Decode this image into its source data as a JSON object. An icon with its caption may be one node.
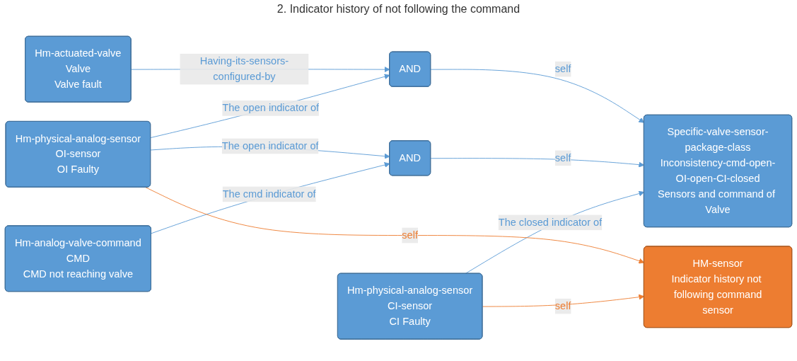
{
  "diagram": {
    "title": "2. Indicator history of not following the command",
    "nodes": [
      {
        "text": [
          "Hm-physical-analog-sensor",
          "CI-sensor",
          "CI Faulty"
        ]
      },
      {
        "text": [
          "Hm-analog-valve-command",
          "CMD",
          "CMD not reaching valve"
        ]
      },
      {
        "text": [
          "Hm-physical-analog-sensor",
          "OI-sensor",
          "OI Faulty"
        ]
      },
      {
        "text": [
          "Hm-actuated-valve",
          "Valve",
          "Valve fault"
        ]
      },
      {
        "text": [
          "AND"
        ]
      },
      {
        "text": [
          "AND"
        ]
      },
      {
        "text": [
          "Specific-valve-sensor-package-class",
          "Inconsistency-cmd-open-OI-open-CI-closed",
          "Sensors and command of Valve"
        ]
      },
      {
        "text": [
          "HM-sensor",
          "Indicator history not following command",
          "sensor"
        ]
      }
    ],
    "edges": [
      {
        "from": 0,
        "to": 6,
        "arrow": "to",
        "label": "The closed indicator of"
      },
      {
        "from": 0,
        "to": 7,
        "arrow": "to",
        "label": "self",
        "color": "#ed7d31"
      },
      {
        "from": 1,
        "to": 4,
        "arrow": "to",
        "label": "The cmd indicator of"
      },
      {
        "from": 2,
        "to": 4,
        "arrow": "to",
        "label": "The open indicator of"
      },
      {
        "from": 2,
        "to": 7,
        "arrow": "to",
        "label": "self",
        "color": "#ed7d31"
      },
      {
        "from": 2,
        "to": 5,
        "arrow": "to",
        "label": "The open indicator of"
      },
      {
        "from": 3,
        "to": 5,
        "arrow": "to",
        "label": "Having-its-sensors-configured-by"
      },
      {
        "from": 4,
        "to": 6,
        "arrow": "to",
        "label": "self"
      },
      {
        "from": 5,
        "to": 6,
        "arrow": "to",
        "label": "self"
      }
    ]
  }
}
